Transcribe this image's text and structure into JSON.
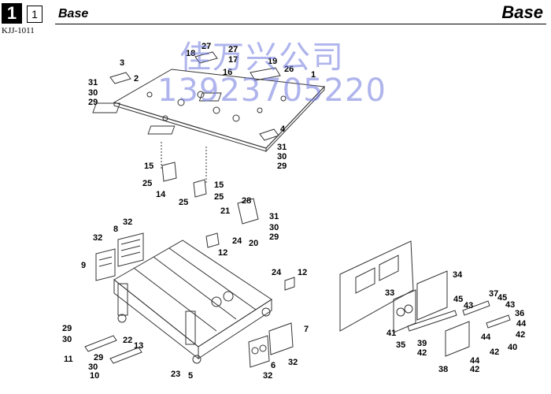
{
  "header": {
    "page_number": "1",
    "sub_number": "1",
    "code": "KJJ-1011",
    "title_left": "Base",
    "title_right": "Base"
  },
  "watermark": {
    "line1": "佳万兴公司",
    "line2": "13923705220"
  },
  "labels": [
    "1",
    "2",
    "3",
    "4",
    "5",
    "6",
    "7",
    "8",
    "9",
    "10",
    "11",
    "12",
    "13",
    "14",
    "15",
    "16",
    "17",
    "18",
    "19",
    "20",
    "21",
    "22",
    "23",
    "24",
    "25",
    "26",
    "27",
    "28",
    "29",
    "30",
    "31",
    "32",
    "33",
    "34",
    "35",
    "36",
    "37",
    "38",
    "39",
    "40",
    "41",
    "42",
    "43",
    "44",
    "45"
  ]
}
